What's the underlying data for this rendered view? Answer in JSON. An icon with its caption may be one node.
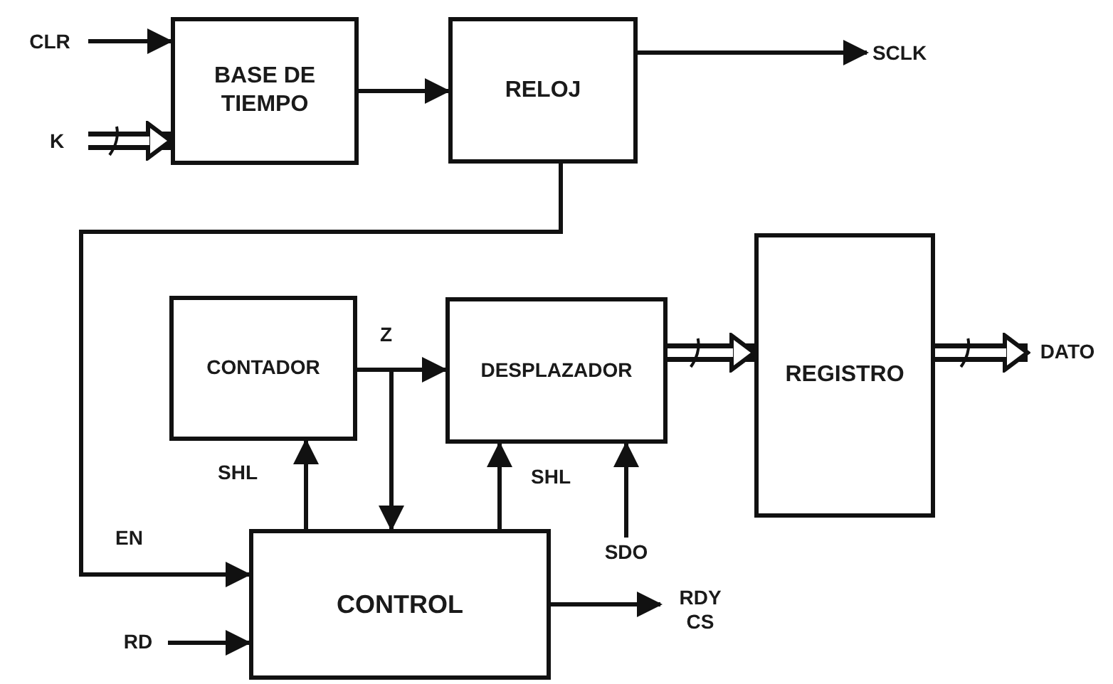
{
  "diagram": {
    "nodes": [
      {
        "text": [
          "BASE DE TIEMPO"
        ]
      },
      {
        "text": [
          "RELOJ"
        ]
      },
      {
        "text": [
          "CONTADOR"
        ]
      },
      {
        "text": [
          "DESPLAZADOR"
        ]
      },
      {
        "text": [
          "REGISTRO"
        ]
      },
      {
        "text": [
          "CONTROL"
        ]
      },
      {
        "text": [
          "CLR"
        ]
      },
      {
        "text": [
          "K"
        ]
      },
      {
        "text": [
          "SCLK"
        ]
      },
      {
        "text": [
          "SDO"
        ]
      },
      {
        "text": [
          "RD"
        ]
      },
      {
        "text": [
          "RDY",
          "CS"
        ]
      },
      {
        "text": [
          "DATO"
        ]
      }
    ],
    "edges": [
      {
        "from": 6,
        "to": 0,
        "arrow": "to"
      },
      {
        "from": 7,
        "to": 0,
        "arrow": "to",
        "style": "thick"
      },
      {
        "from": 0,
        "to": 1,
        "arrow": "to"
      },
      {
        "from": 1,
        "to": 8,
        "arrow": "to"
      },
      {
        "from": 1,
        "to": 5,
        "arrow": "to",
        "label": "EN"
      },
      {
        "from": 5,
        "to": 2,
        "arrow": "to",
        "label": "SHL"
      },
      {
        "from": 2,
        "to": 3,
        "arrow": "to",
        "label": "Z"
      },
      {
        "from": 2,
        "to": 5,
        "arrow": "to"
      },
      {
        "from": 5,
        "to": 3,
        "arrow": "to",
        "label": "SHL"
      },
      {
        "from": 9,
        "to": 3,
        "arrow": "to"
      },
      {
        "from": 10,
        "to": 5,
        "arrow": "to"
      },
      {
        "from": 5,
        "to": 11,
        "arrow": "to"
      },
      {
        "from": 3,
        "to": 4,
        "arrow": "to",
        "style": "thick"
      },
      {
        "from": 4,
        "to": 12,
        "arrow": "to",
        "style": "thick"
      }
    ]
  }
}
